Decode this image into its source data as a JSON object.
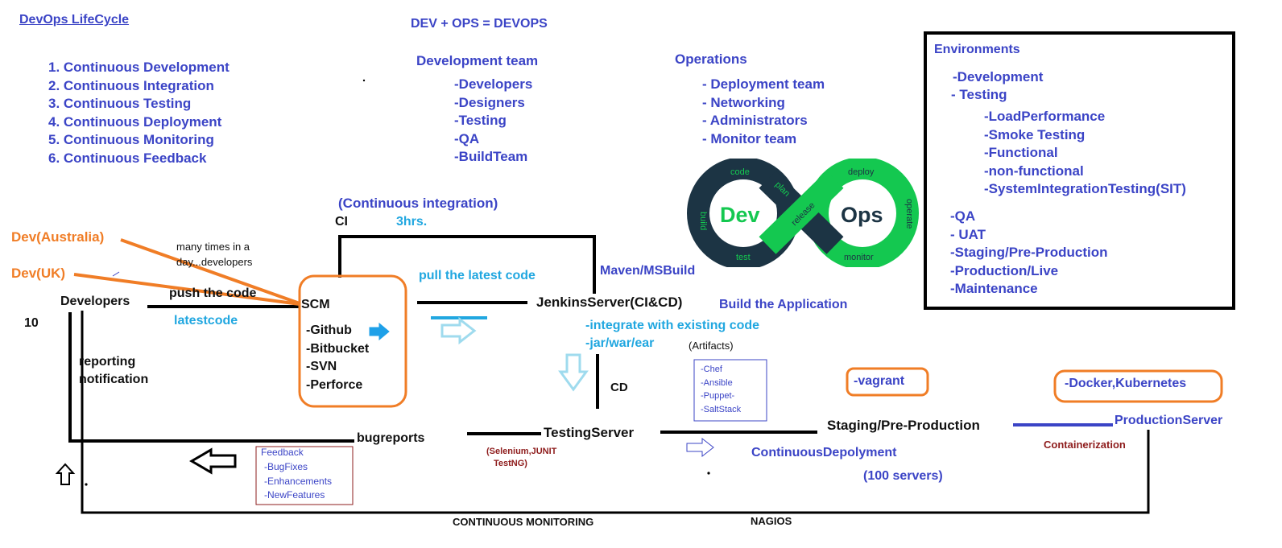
{
  "header": {
    "lifecycle_title": "DevOps LifeCycle",
    "equation": "DEV + OPS = DEVOPS"
  },
  "lifecycle_steps": [
    "1. Continuous Development",
    "2. Continuous Integration",
    "3. Continuous Testing",
    "4. Continuous Deployment",
    "5. Continuous Monitoring",
    "6. Continuous Feedback"
  ],
  "dev_team": {
    "title": "Development team",
    "items": [
      "-Developers",
      "-Designers",
      "-Testing",
      "-QA",
      "-BuildTeam"
    ]
  },
  "operations": {
    "title": "Operations",
    "items": [
      "- Deployment team",
      "- Networking",
      "- Administrators",
      "- Monitor team"
    ]
  },
  "environments": {
    "title": "Environments",
    "development": "-Development",
    "testing": "- Testing",
    "testing_sub": [
      "-LoadPerformance",
      "-Smoke Testing",
      "-Functional",
      "-non-functional",
      "-SystemIntegrationTesting(SIT)"
    ],
    "others": [
      "-QA",
      "- UAT",
      "-Staging/Pre-Production",
      "-Production/Live",
      "-Maintenance"
    ]
  },
  "logo": {
    "dev": "Dev",
    "ops": "Ops",
    "loop_labels": [
      "code",
      "build",
      "test",
      "plan",
      "release",
      "deploy",
      "operate",
      "monitor"
    ]
  },
  "flow": {
    "ci_full": "(Continuous integration)",
    "ci": "CI",
    "ci_time": "3hrs.",
    "dev_australia": "Dev(Australia)",
    "dev_uk": "Dev(UK)",
    "many_times_line1": "many times in  a",
    "many_times_line2": "day...developers",
    "push_code": "push the code",
    "developers": "Developers",
    "count": "10",
    "latestcode": "latestcode",
    "reporting_line1": "reporting",
    "reporting_line2": "notification",
    "scm_title": "SCM",
    "scm_items": [
      "-Github",
      "-Bitbucket",
      "-SVN",
      "-Perforce"
    ],
    "pull_latest": "pull the latest code",
    "maven": "Maven/MSBuild",
    "jenkins": "JenkinsServer(CI&CD)",
    "build_app": "Build the Application",
    "integrate": "-integrate with existing code",
    "artifacts": "-jar/war/ear",
    "artifacts_note": "(Artifacts)",
    "cd": "CD",
    "config_tools": [
      "-Chef",
      "-Ansible",
      "-Puppet-",
      "-SaltStack"
    ],
    "vagrant": "-vagrant",
    "docker": "-Docker,Kubernetes",
    "testing_server": "TestingServer",
    "testing_tools_line1": "(Selenium,JUNIT",
    "testing_tools_line2": "TestNG)",
    "staging": "Staging/Pre-Production",
    "production_server": "ProductionServer",
    "containerization": "Containerization",
    "continuous_deployment": "ContinuousDepolyment",
    "servers": "(100 servers)",
    "bugreports": "bugreports",
    "feedback_title": "Feedback",
    "feedback_items": [
      "-BugFixes",
      "-Enhancements",
      "-NewFeatures"
    ],
    "monitoring": "CONTINUOUS MONITORING",
    "nagios": "NAGIOS"
  },
  "colors": {
    "blue_text": "#3b44c6",
    "cyan_text": "#21a7e0",
    "orange": "#f07d26",
    "logo_dark": "#1c3444",
    "logo_green": "#14c850",
    "maroon": "#8e1c1c"
  }
}
